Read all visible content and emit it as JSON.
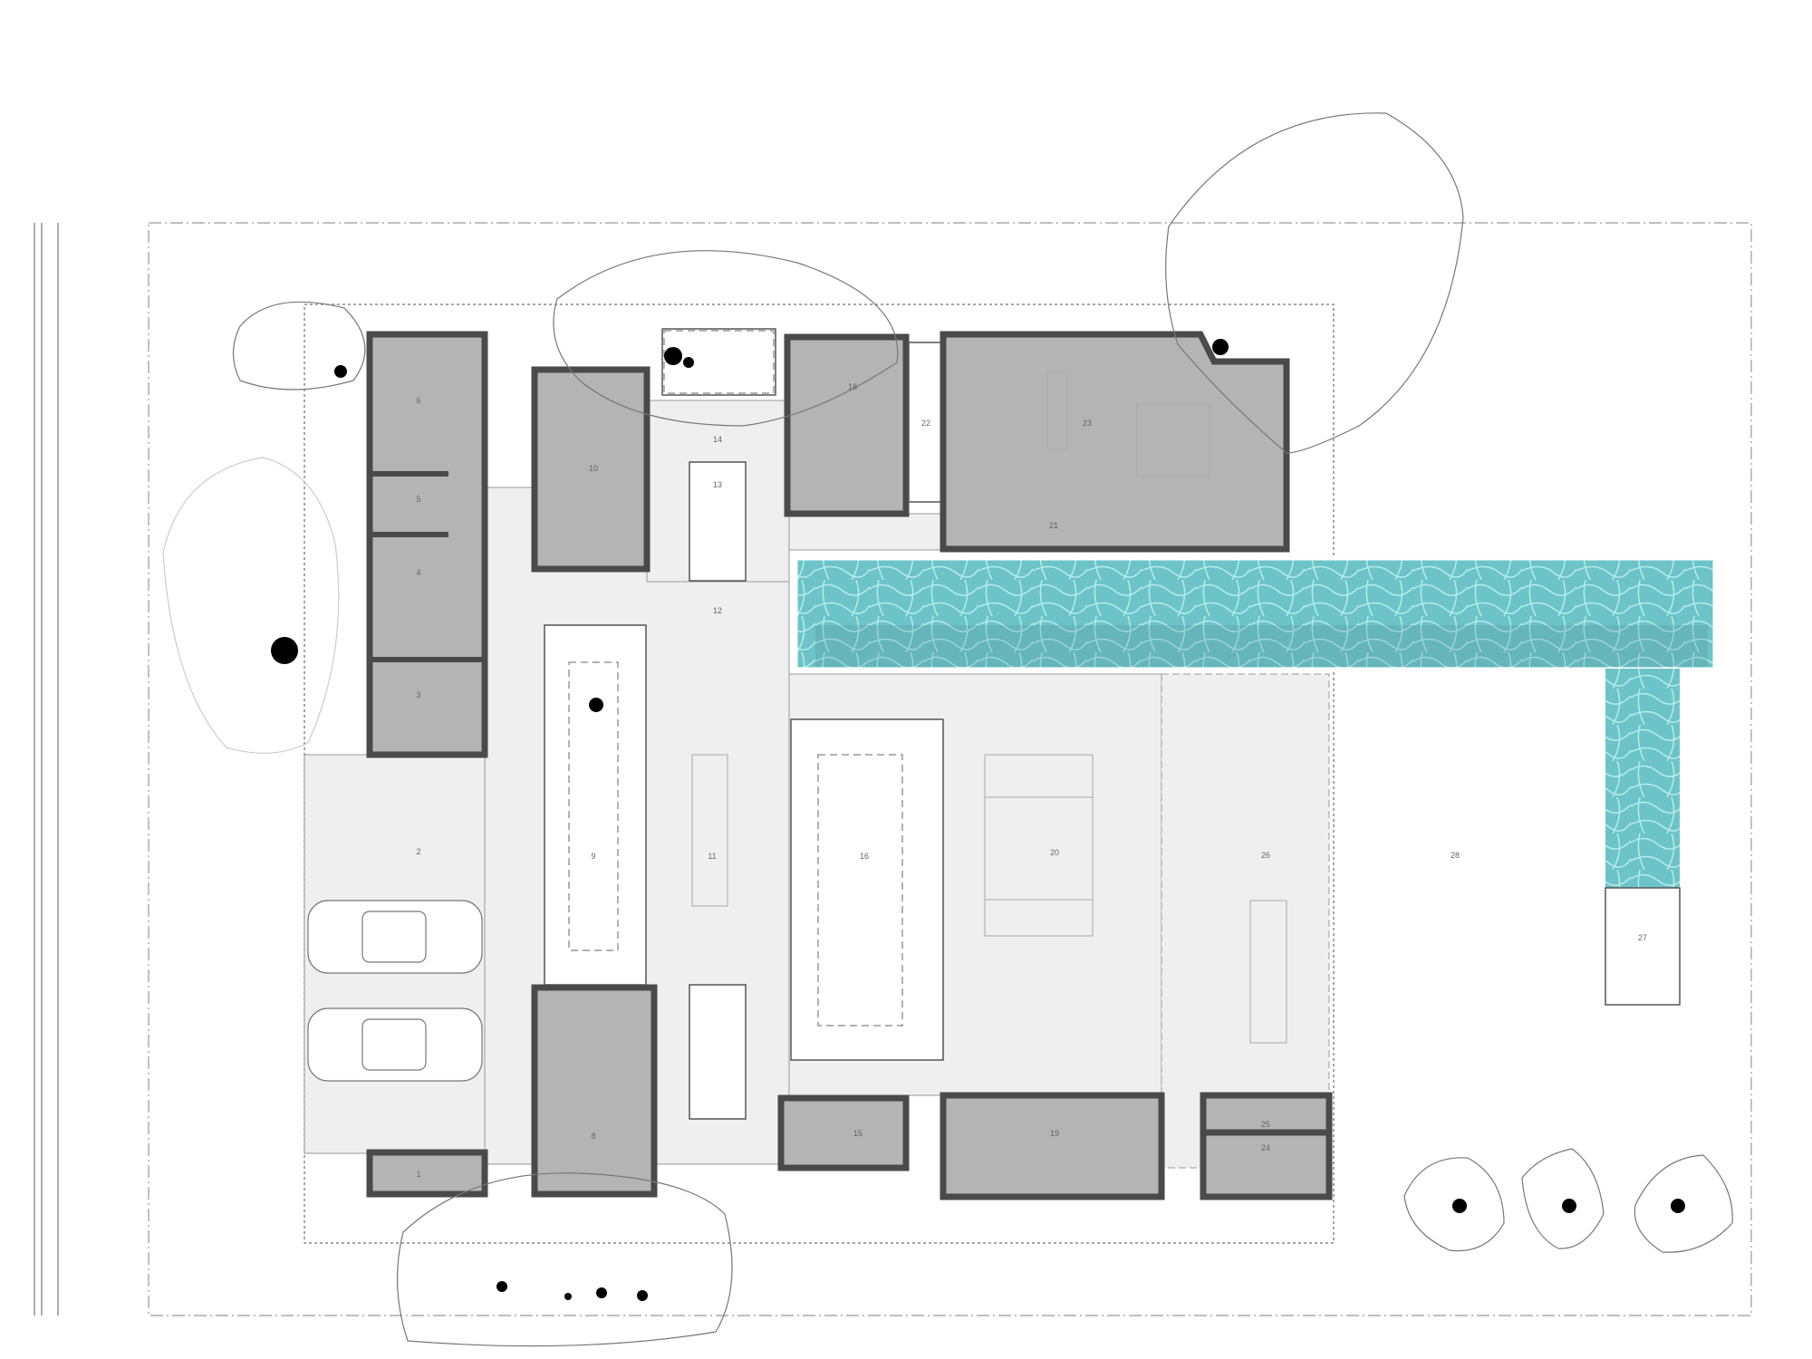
{
  "title": "Ground floor plan",
  "rooms": {
    "r1": "1",
    "r2": "2",
    "r3": "3",
    "r4": "4",
    "r5": "5",
    "r6": "6",
    "r8": "8",
    "r9": "9",
    "r10": "10",
    "r11": "11",
    "r12": "12",
    "r13": "13",
    "r14": "14",
    "r15": "15",
    "r16": "16",
    "r18": "18",
    "r19": "19",
    "r20": "20",
    "r21": "21",
    "r22": "22",
    "r23": "23",
    "r24": "24",
    "r25": "25",
    "r26": "26",
    "r27": "27",
    "r28": "28"
  },
  "colors": {
    "room_fill": "#b4b4b4",
    "wall": "#4a4a4a",
    "floor": "#efefef",
    "pool": "#6cc4c8"
  }
}
